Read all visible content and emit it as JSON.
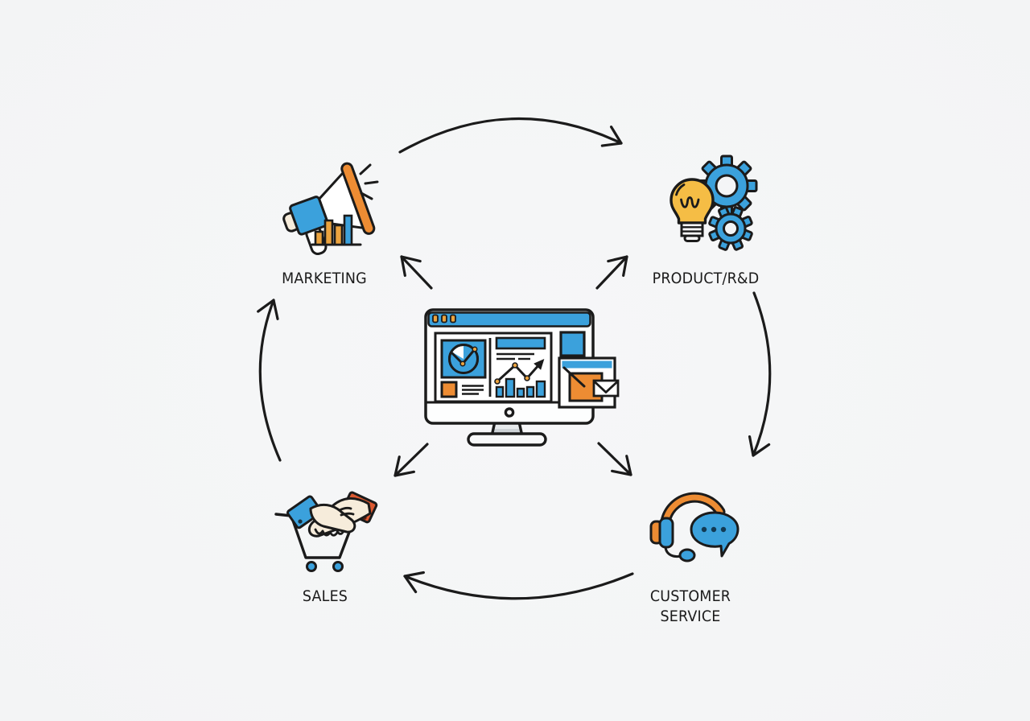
{
  "diagram": {
    "type": "cycle",
    "hub": {
      "id": "dashboard",
      "description": "computer monitor showing analytics dashboard with charts, browser window and email"
    },
    "nodes": [
      {
        "id": "marketing",
        "label": "MARKETING",
        "icon": "megaphone-with-bar-chart",
        "position": "top-left"
      },
      {
        "id": "product-rd",
        "label": "PRODUCT/R&D",
        "icon": "lightbulb-with-gears",
        "position": "top-right"
      },
      {
        "id": "customer-service",
        "label": "CUSTOMER SERVICE",
        "icon": "headset-with-speech-bubble",
        "position": "bottom-right"
      },
      {
        "id": "sales",
        "label": "SALES",
        "icon": "handshake-with-cart",
        "position": "bottom-left"
      }
    ],
    "cycle_arrows": [
      {
        "from": "marketing",
        "to": "product-rd"
      },
      {
        "from": "product-rd",
        "to": "customer-service"
      },
      {
        "from": "customer-service",
        "to": "sales"
      },
      {
        "from": "sales",
        "to": "marketing"
      }
    ],
    "hub_arrows": [
      {
        "from": "dashboard",
        "to": "marketing"
      },
      {
        "from": "dashboard",
        "to": "product-rd"
      },
      {
        "from": "dashboard",
        "to": "sales"
      },
      {
        "from": "dashboard",
        "to": "customer-service"
      }
    ]
  },
  "palette": {
    "background": "#F4F5F6",
    "outline": "#1B1B1B",
    "blue": "#3BA1DC",
    "orange": "#ED8C33",
    "soft_orange": "#EBA33F",
    "yellow": "#F5BD45",
    "red_orange": "#DC5930",
    "cream": "#F6ECDB",
    "gray": "#CDD2D6"
  }
}
